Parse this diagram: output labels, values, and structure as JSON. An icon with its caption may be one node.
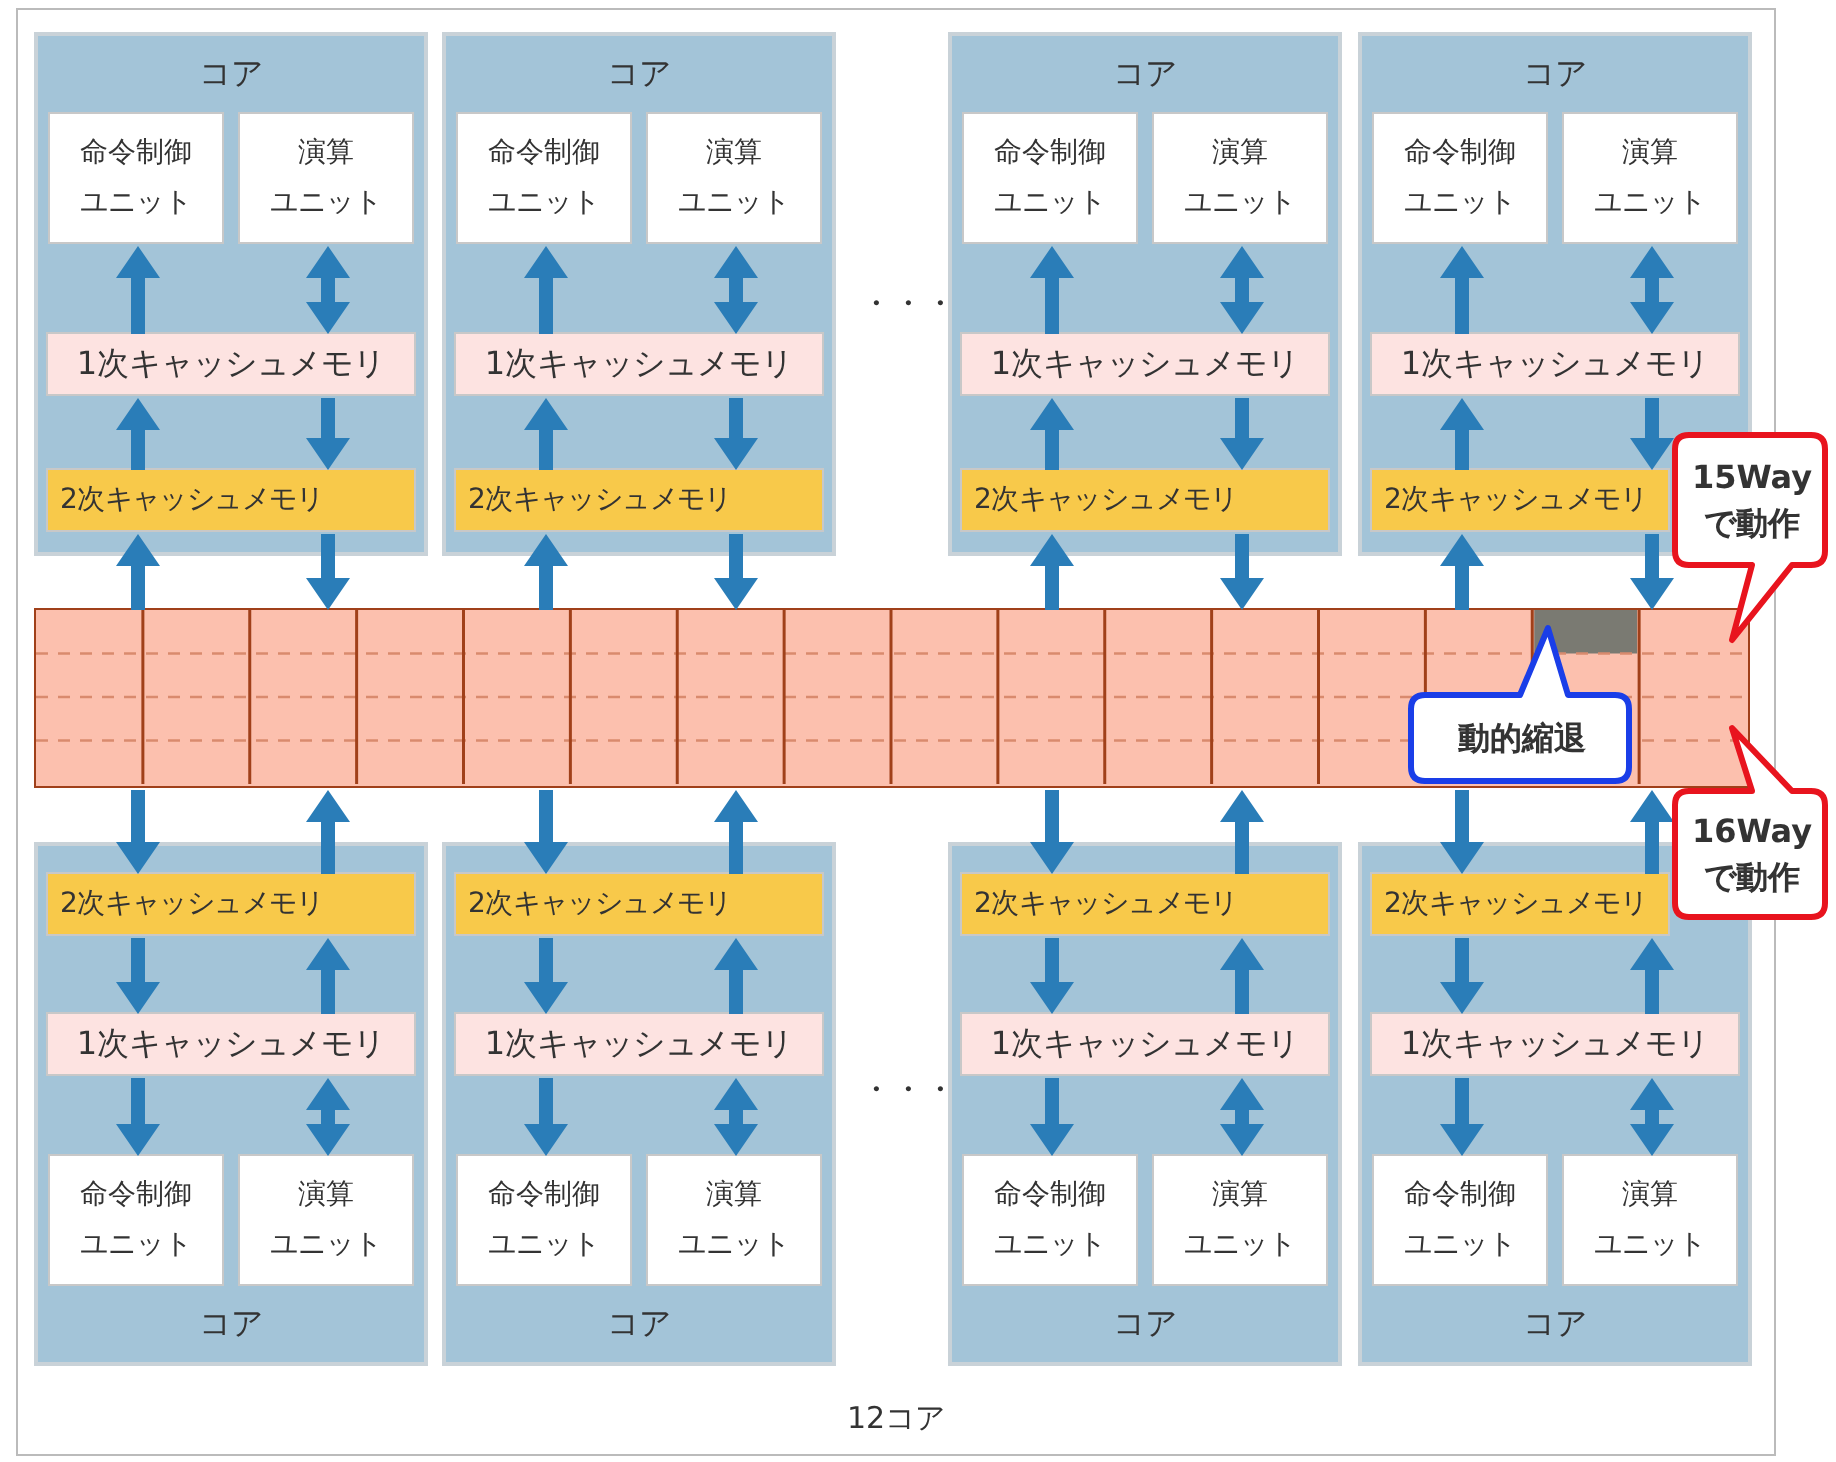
{
  "diagram": {
    "nodes": [
      {
        "text": [
          "12コア"
        ]
      },
      {
        "text": [
          "コア"
        ],
        "in": 0
      },
      {
        "text": [
          "命令制御ユニット"
        ],
        "in": 1
      },
      {
        "text": [
          "演算ユニット"
        ],
        "in": 1
      },
      {
        "text": [
          "1次キャッシュメモリ"
        ],
        "in": 1
      },
      {
        "text": [
          "2次キャッシュメモリ"
        ],
        "in": 1
      },
      {
        "text": [
          "コア"
        ],
        "in": 0
      },
      {
        "text": [
          "命令制御ユニット"
        ],
        "in": 6
      },
      {
        "text": [
          "演算ユニット"
        ],
        "in": 6
      },
      {
        "text": [
          "1次キャッシュメモリ"
        ],
        "in": 6
      },
      {
        "text": [
          "2次キャッシュメモリ"
        ],
        "in": 6
      },
      {
        "text": [
          "コア"
        ],
        "in": 0
      },
      {
        "text": [
          "命令制御ユニット"
        ],
        "in": 11
      },
      {
        "text": [
          "演算ユニット"
        ],
        "in": 11
      },
      {
        "text": [
          "1次キャッシュメモリ"
        ],
        "in": 11
      },
      {
        "text": [
          "2次キャッシュメモリ"
        ],
        "in": 11
      },
      {
        "text": [
          "コア"
        ],
        "in": 0
      },
      {
        "text": [
          "命令制御ユニット"
        ],
        "in": 16
      },
      {
        "text": [
          "演算ユニット"
        ],
        "in": 16
      },
      {
        "text": [
          "1次キャッシュメモリ"
        ],
        "in": 16
      },
      {
        "text": [
          "2次キャッシュメモリ"
        ],
        "in": 16
      },
      {
        "text": [],
        "shape": "bar",
        "in": 0
      },
      {
        "text": [
          "15Wayで動作"
        ]
      },
      {
        "text": [
          "動的縮退"
        ],
        "in": 21
      },
      {
        "text": [
          "16Wayで動作"
        ]
      },
      {
        "text": [
          "コア"
        ],
        "in": 0
      },
      {
        "text": [
          "2次キャッシュメモリ"
        ],
        "in": 25
      },
      {
        "text": [
          "1次キャッシュメモリ"
        ],
        "in": 25
      },
      {
        "text": [
          "命令制御ユニット"
        ],
        "in": 25
      },
      {
        "text": [
          "演算ユニット"
        ],
        "in": 25
      },
      {
        "text": [
          "コア"
        ],
        "in": 0
      },
      {
        "text": [
          "2次キャッシュメモリ"
        ],
        "in": 30
      },
      {
        "text": [
          "1次キャッシュメモリ"
        ],
        "in": 30
      },
      {
        "text": [
          "命令制御ユニット"
        ],
        "in": 30
      },
      {
        "text": [
          "演算ユニット"
        ],
        "in": 30
      },
      {
        "text": [
          "コア"
        ],
        "in": 0
      },
      {
        "text": [
          "2次キャッシュメモリ"
        ],
        "in": 35
      },
      {
        "text": [
          "1次キャッシュメモリ"
        ],
        "in": 35
      },
      {
        "text": [
          "命令制御ユニット"
        ],
        "in": 35
      },
      {
        "text": [
          "演算ユニット"
        ],
        "in": 35
      },
      {
        "text": [
          "コア"
        ],
        "in": 0
      },
      {
        "text": [
          "2次キャッシュメモリ"
        ],
        "in": 40
      },
      {
        "text": [
          "1次キャッシュメモリ"
        ],
        "in": 40
      },
      {
        "text": [
          "命令制御ユニット"
        ],
        "in": 40
      },
      {
        "text": [
          "演算ユニット"
        ],
        "in": 40
      }
    ],
    "edges": [
      {
        "from": 4,
        "to": 2,
        "arrow": "to"
      },
      {
        "from": 3,
        "to": 4,
        "arrow": "both"
      },
      {
        "from": 5,
        "to": 4,
        "arrow": "to"
      },
      {
        "from": 4,
        "to": 5,
        "arrow": "to"
      },
      {
        "from": 21,
        "to": 5,
        "arrow": "to"
      },
      {
        "from": 5,
        "to": 21,
        "arrow": "to"
      },
      {
        "from": 9,
        "to": 7,
        "arrow": "to"
      },
      {
        "from": 8,
        "to": 9,
        "arrow": "both"
      },
      {
        "from": 10,
        "to": 9,
        "arrow": "to"
      },
      {
        "from": 9,
        "to": 10,
        "arrow": "to"
      },
      {
        "from": 21,
        "to": 10,
        "arrow": "to"
      },
      {
        "from": 10,
        "to": 21,
        "arrow": "to"
      },
      {
        "from": 14,
        "to": 12,
        "arrow": "to"
      },
      {
        "from": 13,
        "to": 14,
        "arrow": "both"
      },
      {
        "from": 15,
        "to": 14,
        "arrow": "to"
      },
      {
        "from": 14,
        "to": 15,
        "arrow": "to"
      },
      {
        "from": 21,
        "to": 15,
        "arrow": "to"
      },
      {
        "from": 15,
        "to": 21,
        "arrow": "to"
      },
      {
        "from": 19,
        "to": 17,
        "arrow": "to"
      },
      {
        "from": 18,
        "to": 19,
        "arrow": "both"
      },
      {
        "from": 20,
        "to": 19,
        "arrow": "to"
      },
      {
        "from": 19,
        "to": 20,
        "arrow": "to"
      },
      {
        "from": 21,
        "to": 20,
        "arrow": "to"
      },
      {
        "from": 20,
        "to": 21,
        "arrow": "to"
      },
      {
        "from": 21,
        "to": 26,
        "arrow": "to"
      },
      {
        "from": 26,
        "to": 21,
        "arrow": "to"
      },
      {
        "from": 26,
        "to": 27,
        "arrow": "to"
      },
      {
        "from": 27,
        "to": 26,
        "arrow": "to"
      },
      {
        "from": 27,
        "to": 28,
        "arrow": "to"
      },
      {
        "from": 27,
        "to": 29,
        "arrow": "both"
      },
      {
        "from": 21,
        "to": 31,
        "arrow": "to"
      },
      {
        "from": 31,
        "to": 21,
        "arrow": "to"
      },
      {
        "from": 31,
        "to": 32,
        "arrow": "to"
      },
      {
        "from": 32,
        "to": 31,
        "arrow": "to"
      },
      {
        "from": 32,
        "to": 33,
        "arrow": "to"
      },
      {
        "from": 32,
        "to": 34,
        "arrow": "both"
      },
      {
        "from": 21,
        "to": 36,
        "arrow": "to"
      },
      {
        "from": 36,
        "to": 21,
        "arrow": "to"
      },
      {
        "from": 36,
        "to": 37,
        "arrow": "to"
      },
      {
        "from": 37,
        "to": 36,
        "arrow": "to"
      },
      {
        "from": 37,
        "to": 38,
        "arrow": "to"
      },
      {
        "from": 37,
        "to": 39,
        "arrow": "both"
      },
      {
        "from": 21,
        "to": 41,
        "arrow": "to"
      },
      {
        "from": 41,
        "to": 21,
        "arrow": "to"
      },
      {
        "from": 41,
        "to": 42,
        "arrow": "to"
      },
      {
        "from": 42,
        "to": 41,
        "arrow": "to"
      },
      {
        "from": 42,
        "to": 43,
        "arrow": "to"
      },
      {
        "from": 42,
        "to": 44,
        "arrow": "both"
      }
    ],
    "labels": [
      "・・・",
      "・・・"
    ]
  }
}
